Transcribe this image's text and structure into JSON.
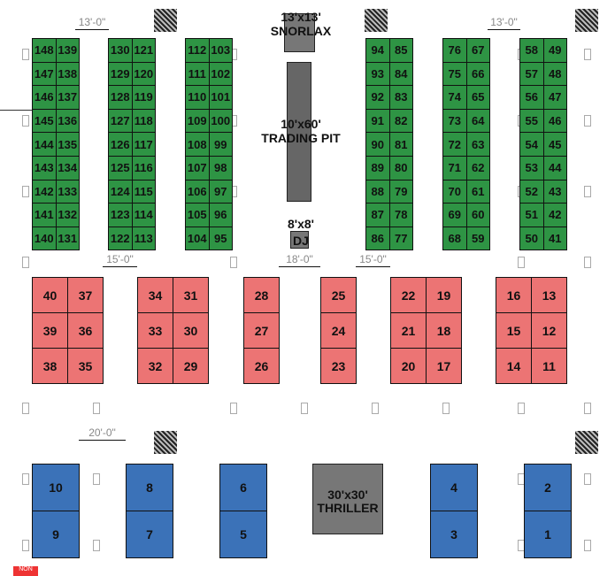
{
  "green_booths": [
    {
      "left": [
        "148",
        "147",
        "146",
        "145",
        "144",
        "143",
        "142",
        "141",
        "140"
      ],
      "right": [
        "139",
        "138",
        "137",
        "136",
        "135",
        "134",
        "133",
        "132",
        "131"
      ]
    },
    {
      "left": [
        "130",
        "129",
        "128",
        "127",
        "126",
        "125",
        "124",
        "123",
        "122"
      ],
      "right": [
        "121",
        "120",
        "119",
        "118",
        "117",
        "116",
        "115",
        "114",
        "113"
      ]
    },
    {
      "left": [
        "112",
        "111",
        "110",
        "109",
        "108",
        "107",
        "106",
        "105",
        "104"
      ],
      "right": [
        "103",
        "102",
        "101",
        "100",
        "99",
        "98",
        "97",
        "96",
        "95"
      ]
    },
    {
      "left": [
        "94",
        "93",
        "92",
        "91",
        "90",
        "89",
        "88",
        "87",
        "86"
      ],
      "right": [
        "85",
        "84",
        "83",
        "82",
        "81",
        "80",
        "79",
        "78",
        "77"
      ]
    },
    {
      "left": [
        "76",
        "75",
        "74",
        "73",
        "72",
        "71",
        "70",
        "69",
        "68"
      ],
      "right": [
        "67",
        "66",
        "65",
        "64",
        "63",
        "62",
        "61",
        "60",
        "59"
      ]
    },
    {
      "left": [
        "58",
        "57",
        "56",
        "55",
        "54",
        "53",
        "52",
        "51",
        "50"
      ],
      "right": [
        "49",
        "48",
        "47",
        "46",
        "45",
        "44",
        "43",
        "42",
        "41"
      ]
    }
  ],
  "red_booths": [
    {
      "left": [
        "40",
        "39",
        "38"
      ],
      "right": [
        "37",
        "36",
        "35"
      ]
    },
    {
      "left": [
        "34",
        "33",
        "32"
      ],
      "right": [
        "31",
        "30",
        "29"
      ]
    },
    {
      "left": [
        "28",
        "27",
        "26"
      ]
    },
    {
      "left": [
        "25",
        "24",
        "23"
      ]
    },
    {
      "left": [
        "22",
        "21",
        "20"
      ],
      "right": [
        "19",
        "18",
        "17"
      ]
    },
    {
      "left": [
        "16",
        "15",
        "14"
      ],
      "right": [
        "13",
        "12",
        "11"
      ]
    }
  ],
  "blue_booths": [
    [
      "10",
      "9"
    ],
    [
      "8",
      "7"
    ],
    [
      "6",
      "5"
    ],
    [
      "4",
      "3"
    ],
    [
      "2",
      "1"
    ]
  ],
  "features": {
    "snorlax_size": "13'x13'",
    "snorlax": "SNORLAX",
    "pit_size": "10'x60'",
    "pit_name": "TRADING PIT",
    "dj_size": "8'x8'",
    "dj": "DJ",
    "thriller_size": "30'x30'",
    "thriller": "THRILLER"
  },
  "dimensions": [
    "13'-0\"",
    "13'-0\"",
    "15'-0\"",
    "18'-0\"",
    "15'-0\"",
    "20'-0\""
  ],
  "tag": "NON"
}
